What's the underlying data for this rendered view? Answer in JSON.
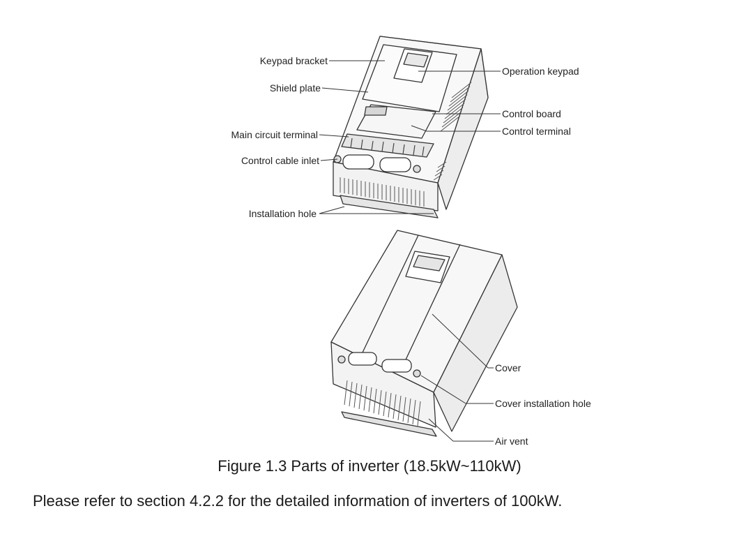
{
  "figure": {
    "labels": {
      "keypad_bracket": "Keypad bracket",
      "operation_keypad": "Operation keypad",
      "shield_plate": "Shield plate",
      "control_board": "Control board",
      "control_terminal": "Control terminal",
      "main_circuit_terminal": "Main circuit terminal",
      "control_cable_inlet": "Control cable inlet",
      "installation_hole": "Installation hole",
      "cover": "Cover",
      "cover_installation_hole": "Cover installation hole",
      "air_vent": "Air vent"
    },
    "caption": "Figure 1.3 Parts of inverter (18.5kW~110kW)"
  },
  "note": "Please refer to section 4.2.2 for the detailed information of inverters of 100kW."
}
